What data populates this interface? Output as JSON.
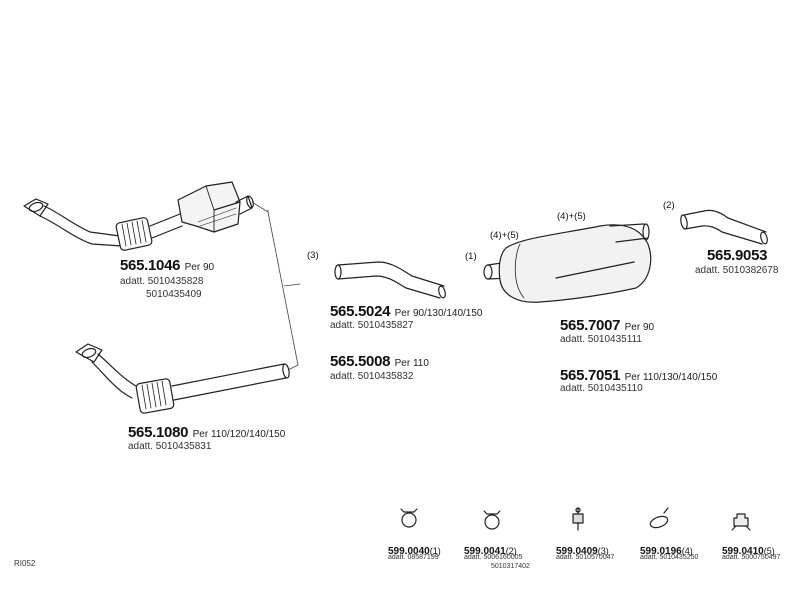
{
  "parts": {
    "p1046": {
      "code": "565.1046",
      "per": "Per 90",
      "adatt": "adatt. 5010435828",
      "adatt2": "5010435409"
    },
    "p1080": {
      "code": "565.1080",
      "per": "Per 110/120/140/150",
      "adatt": "adatt. 5010435831"
    },
    "p5024": {
      "code": "565.5024",
      "per": "Per 90/130/140/150",
      "adatt": "adatt. 5010435827",
      "num": "(3)"
    },
    "p5008": {
      "code": "565.5008",
      "per": "Per 110",
      "adatt": "adatt. 5010435832"
    },
    "p7007": {
      "code": "565.7007",
      "per": "Per 90",
      "adatt": "adatt. 5010435111"
    },
    "p7051": {
      "code": "565.7051",
      "per": "Per 110/130/140/150",
      "adatt": "adatt. 5010435110"
    },
    "p9053": {
      "code": "565.9053",
      "adatt": "adatt. 5010382678",
      "num": "(2)"
    }
  },
  "muffler_labels": {
    "n1": "(1)",
    "n45a": "(4)+(5)",
    "n45b": "(4)+(5)"
  },
  "fittings": [
    {
      "code": "599.0040",
      "qty": "(1)",
      "adatt": "adatt. 08587199",
      "adatt2": ""
    },
    {
      "code": "599.0041",
      "qty": "(2)",
      "adatt": "adatt. 5006160005",
      "adatt2": "5010317402"
    },
    {
      "code": "599.0409",
      "qty": "(3)",
      "adatt": "adatt. 5010570047",
      "adatt2": ""
    },
    {
      "code": "599.0196",
      "qty": "(4)",
      "adatt": "adatt. 5010435250",
      "adatt2": ""
    },
    {
      "code": "599.0410",
      "qty": "(5)",
      "adatt": "adatt. 5000750497",
      "adatt2": ""
    }
  ],
  "ref_code": "RI052"
}
